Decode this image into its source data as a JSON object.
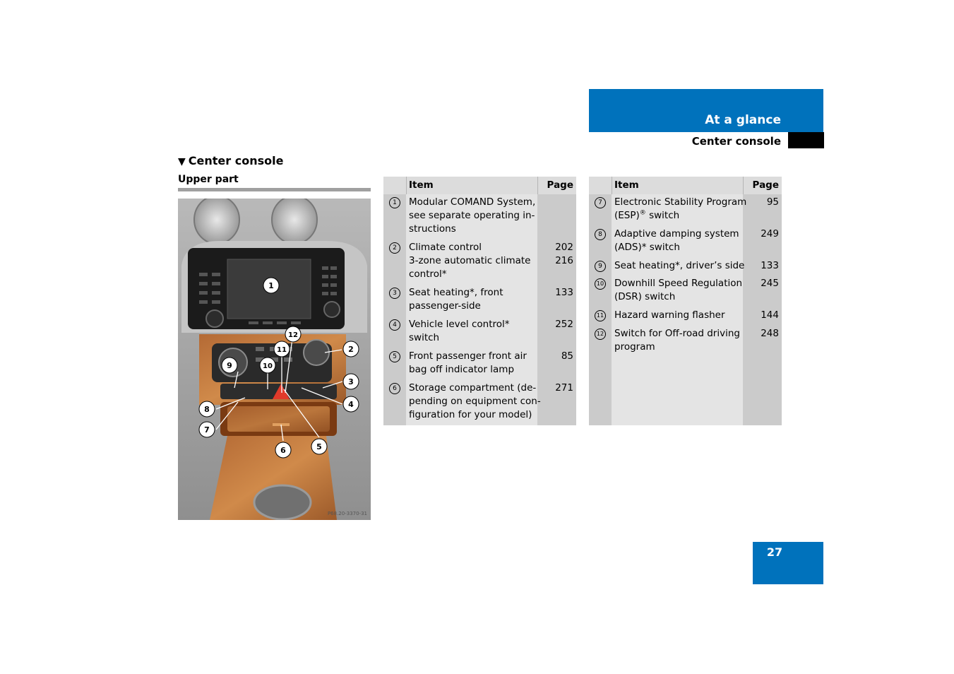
{
  "header": {
    "chapter": "At a glance",
    "section": "Center console",
    "accent_color": "#0072bc"
  },
  "heading": {
    "title": "Center console",
    "subtitle": "Upper part"
  },
  "illustration": {
    "code": "P68.20-3370-31",
    "callouts": [
      "1",
      "2",
      "3",
      "4",
      "5",
      "6",
      "7",
      "8",
      "9",
      "10",
      "11",
      "12"
    ]
  },
  "table_left": {
    "col_item": "Item",
    "col_page": "Page",
    "rows": [
      {
        "num": "1",
        "text": "Modular COMAND System,\nsee separate operating in-\nstructions",
        "page": ""
      },
      {
        "num": "2",
        "text": "Climate control\n3-zone automatic climate\ncontrol*",
        "page": "202\n216"
      },
      {
        "num": "3",
        "text": "Seat heating*, front\npassenger-side",
        "page": "133"
      },
      {
        "num": "4",
        "text": "Vehicle level control*\nswitch",
        "page": "252"
      },
      {
        "num": "5",
        "text": "Front passenger front air\nbag off indicator lamp",
        "page": "85"
      },
      {
        "num": "6",
        "text": "Storage compartment (de-\npending on equipment con-\nfiguration for your model)",
        "page": "271"
      }
    ]
  },
  "table_right": {
    "col_item": "Item",
    "col_page": "Page",
    "rows": [
      {
        "num": "7",
        "text_a": "Electronic Stability Program\n(ESP)",
        "sup": "®",
        "text_b": " switch",
        "page": "95"
      },
      {
        "num": "8",
        "text": "Adaptive damping system\n(ADS)* switch",
        "page": "249"
      },
      {
        "num": "9",
        "text": "Seat heating*, driver’s side",
        "page": "133"
      },
      {
        "num": "10",
        "text": "Downhill Speed Regulation\n(DSR) switch",
        "page": "245"
      },
      {
        "num": "11",
        "text": "Hazard warning flasher",
        "page": "144"
      },
      {
        "num": "12",
        "text": "Switch for Off-road driving\nprogram",
        "page": "248"
      }
    ]
  },
  "page_number": "27"
}
